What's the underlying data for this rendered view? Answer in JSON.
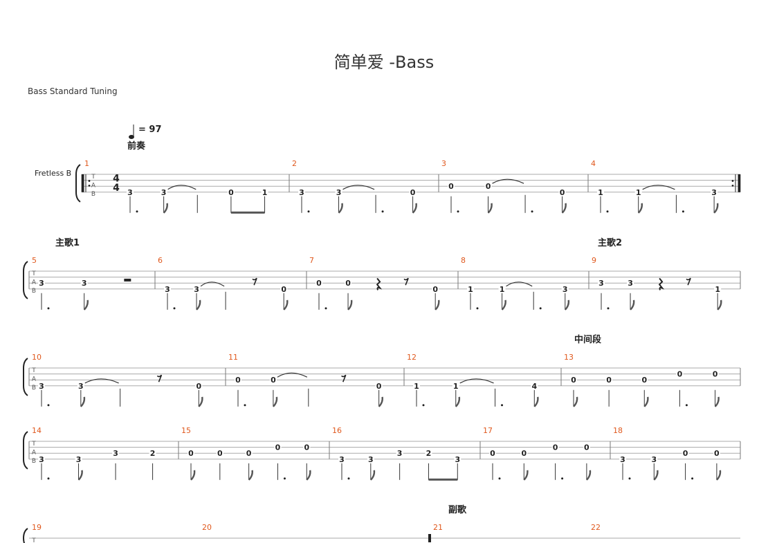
{
  "header": {
    "title": "简单爱 -Bass",
    "tuning": "Bass Standard Tuning",
    "tempo": "= 97",
    "track_name": "Fretless B"
  },
  "clef": {
    "t": "T",
    "a": "A",
    "b": "B"
  },
  "time_signature": {
    "top": "4",
    "bottom": "4"
  },
  "sections": [
    {
      "label": "前奏"
    },
    {
      "label": "主歌1"
    },
    {
      "label": "主歌2"
    },
    {
      "label": "中间段"
    },
    {
      "label": "副歌"
    }
  ],
  "systems": [
    {
      "measures": [
        {
          "num": "1",
          "notes": [
            {
              "f": "3",
              "s": 3,
              "dot": true
            },
            {
              "f": "3",
              "s": 3,
              "flag": true,
              "tie": true
            },
            {
              "f": "",
              "s": 3,
              "stem": true
            },
            {
              "f": "0",
              "s": 3,
              "beam": "start"
            },
            {
              "f": "1",
              "s": 3,
              "beam": "end"
            }
          ]
        },
        {
          "num": "2",
          "notes": [
            {
              "f": "3",
              "s": 3,
              "dot": true
            },
            {
              "f": "3",
              "s": 3,
              "flag": true,
              "tie": true
            },
            {
              "f": "",
              "s": 3,
              "stem": true,
              "dot": true
            },
            {
              "f": "0",
              "s": 3,
              "flag": true
            }
          ]
        },
        {
          "num": "3",
          "notes": [
            {
              "f": "0",
              "s": 2,
              "dot": true
            },
            {
              "f": "0",
              "s": 2,
              "flag": true,
              "tie": true
            },
            {
              "f": "",
              "s": 2,
              "stem": true,
              "dot": true
            },
            {
              "f": "0",
              "s": 3,
              "flag": true
            }
          ]
        },
        {
          "num": "4",
          "notes": [
            {
              "f": "1",
              "s": 3,
              "dot": true
            },
            {
              "f": "1",
              "s": 3,
              "flag": true,
              "tie": true
            },
            {
              "f": "",
              "s": 3,
              "stem": true,
              "dot": true
            },
            {
              "f": "3",
              "s": 3,
              "flag": true
            }
          ]
        }
      ]
    },
    {
      "measures": [
        {
          "num": "5",
          "notes": [
            {
              "f": "3",
              "s": 2,
              "dot": true
            },
            {
              "f": "3",
              "s": 2,
              "flag": true
            },
            {
              "rest": "half"
            }
          ]
        },
        {
          "num": "6",
          "notes": [
            {
              "f": "3",
              "s": 3,
              "dot": true
            },
            {
              "f": "3",
              "s": 3,
              "flag": true,
              "tie": true
            },
            {
              "f": "",
              "s": 3,
              "stem": true
            },
            {
              "rest": "eighth"
            },
            {
              "f": "0",
              "s": 3,
              "flag": true
            }
          ]
        },
        {
          "num": "7",
          "notes": [
            {
              "f": "0",
              "s": 2,
              "dot": true
            },
            {
              "f": "0",
              "s": 2,
              "flag": true
            },
            {
              "rest": "quarter"
            },
            {
              "rest": "eighth"
            },
            {
              "f": "0",
              "s": 3,
              "flag": true
            }
          ]
        },
        {
          "num": "8",
          "notes": [
            {
              "f": "1",
              "s": 3,
              "dot": true
            },
            {
              "f": "1",
              "s": 3,
              "flag": true,
              "tie": true
            },
            {
              "f": "",
              "s": 3,
              "stem": true,
              "dot": true
            },
            {
              "f": "3",
              "s": 3,
              "flag": true
            }
          ]
        },
        {
          "num": "9",
          "notes": [
            {
              "f": "3",
              "s": 2,
              "dot": true
            },
            {
              "f": "3",
              "s": 2,
              "flag": true
            },
            {
              "rest": "quarter"
            },
            {
              "rest": "eighth"
            },
            {
              "f": "1",
              "s": 3,
              "flag": true
            }
          ]
        }
      ]
    },
    {
      "measures": [
        {
          "num": "10",
          "notes": [
            {
              "f": "3",
              "s": 3,
              "dot": true
            },
            {
              "f": "3",
              "s": 3,
              "flag": true,
              "tie": true
            },
            {
              "f": "",
              "s": 3,
              "stem": true
            },
            {
              "rest": "eighth"
            },
            {
              "f": "0",
              "s": 3,
              "flag": true
            }
          ]
        },
        {
          "num": "11",
          "notes": [
            {
              "f": "0",
              "s": 2,
              "dot": true
            },
            {
              "f": "0",
              "s": 2,
              "flag": true,
              "tie": true
            },
            {
              "f": "",
              "s": 2,
              "stem": true
            },
            {
              "rest": "eighth"
            },
            {
              "f": "0",
              "s": 3,
              "flag": true
            }
          ]
        },
        {
          "num": "12",
          "notes": [
            {
              "f": "1",
              "s": 3,
              "dot": true
            },
            {
              "f": "1",
              "s": 3,
              "flag": true,
              "tie": true
            },
            {
              "f": "",
              "s": 3,
              "stem": true,
              "dot": true
            },
            {
              "f": "4",
              "s": 3,
              "flag": true
            }
          ]
        },
        {
          "num": "13",
          "notes": [
            {
              "f": "0",
              "s": 2,
              "flag": true
            },
            {
              "f": "0",
              "s": 2,
              "stem": true
            },
            {
              "f": "0",
              "s": 2,
              "flag": true
            },
            {
              "f": "0",
              "s": 1,
              "dot": true
            },
            {
              "f": "0",
              "s": 1,
              "flag": true
            }
          ]
        }
      ]
    },
    {
      "measures": [
        {
          "num": "14",
          "notes": [
            {
              "f": "3",
              "s": 3,
              "dot": true
            },
            {
              "f": "3",
              "s": 3,
              "flag": true
            },
            {
              "f": "3",
              "s": 2,
              "stem": true
            },
            {
              "f": "2",
              "s": 2,
              "stem": true
            }
          ]
        },
        {
          "num": "15",
          "notes": [
            {
              "f": "0",
              "s": 2,
              "flag": true
            },
            {
              "f": "0",
              "s": 2,
              "stem": true
            },
            {
              "f": "0",
              "s": 2,
              "flag": true
            },
            {
              "f": "0",
              "s": 1,
              "dot": true
            },
            {
              "f": "0",
              "s": 1,
              "flag": true
            }
          ]
        },
        {
          "num": "16",
          "notes": [
            {
              "f": "3",
              "s": 3,
              "dot": true
            },
            {
              "f": "3",
              "s": 3,
              "flag": true
            },
            {
              "f": "3",
              "s": 2,
              "stem": true
            },
            {
              "f": "2",
              "s": 2,
              "beam": "start"
            },
            {
              "f": "3",
              "s": 3,
              "beam": "end"
            }
          ]
        },
        {
          "num": "17",
          "notes": [
            {
              "f": "0",
              "s": 2,
              "dot": true
            },
            {
              "f": "0",
              "s": 2,
              "flag": true
            },
            {
              "f": "0",
              "s": 1,
              "dot": true
            },
            {
              "f": "0",
              "s": 1,
              "flag": true
            }
          ]
        },
        {
          "num": "18",
          "notes": [
            {
              "f": "3",
              "s": 3,
              "dot": true
            },
            {
              "f": "3",
              "s": 3,
              "flag": true
            },
            {
              "f": "0",
              "s": 2,
              "dot": true
            },
            {
              "f": "0",
              "s": 2,
              "flag": true
            }
          ]
        }
      ]
    },
    {
      "measures": [
        {
          "num": "19",
          "notes": []
        },
        {
          "num": "20",
          "notes": []
        },
        {
          "num": "21",
          "notes": []
        },
        {
          "num": "22",
          "notes": []
        }
      ]
    }
  ]
}
